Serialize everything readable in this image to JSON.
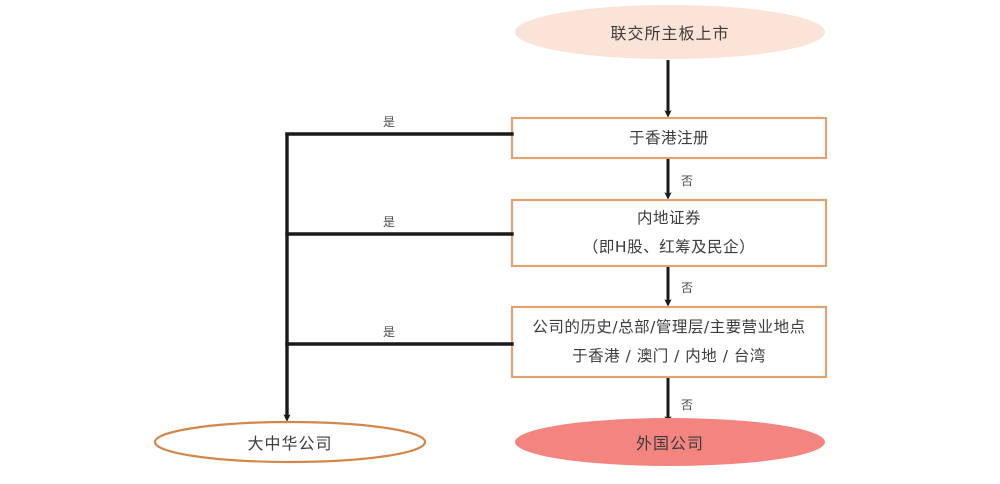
{
  "diagram": {
    "title_node": {
      "id": "start",
      "label": "联交所主板上市",
      "shape": "ellipse",
      "fill": "#fbe3d8",
      "stroke": "none"
    },
    "decisions": [
      {
        "id": "decision-hk-incorporated",
        "lines": [
          "于香港注册"
        ],
        "shape": "rect",
        "fill": "#ffffff",
        "stroke": "#e0a273",
        "yes_label": "是",
        "no_label": "否"
      },
      {
        "id": "decision-mainland-securities",
        "lines": [
          "内地证券",
          "（即H股、红筹及民企）"
        ],
        "shape": "rect",
        "fill": "#ffffff",
        "stroke": "#e0a273",
        "yes_label": "是",
        "no_label": "否"
      },
      {
        "id": "decision-history-hq-management",
        "lines": [
          "公司的历史/总部/管理层/主要营业地点",
          "于香港 / 澳门 / 内地 / 台湾"
        ],
        "shape": "rect",
        "fill": "#ffffff",
        "stroke": "#e0a273",
        "yes_label": "是",
        "no_label": "否"
      }
    ],
    "outcomes": [
      {
        "id": "outcome-greater-china",
        "label": "大中华公司",
        "shape": "ellipse",
        "fill": "#ffffff",
        "stroke": "#d4874a"
      },
      {
        "id": "outcome-foreign",
        "label": "外国公司",
        "shape": "ellipse",
        "fill": "#f4847f",
        "stroke": "none"
      }
    ],
    "colors": {
      "box_border": "#e0a273",
      "arrow": "#1a1a1a",
      "start_fill": "#fbe3d8",
      "foreign_fill": "#f4847f",
      "greater_china_stroke": "#d4874a",
      "text": "#3c3c3c",
      "background": "#ffffff"
    }
  }
}
